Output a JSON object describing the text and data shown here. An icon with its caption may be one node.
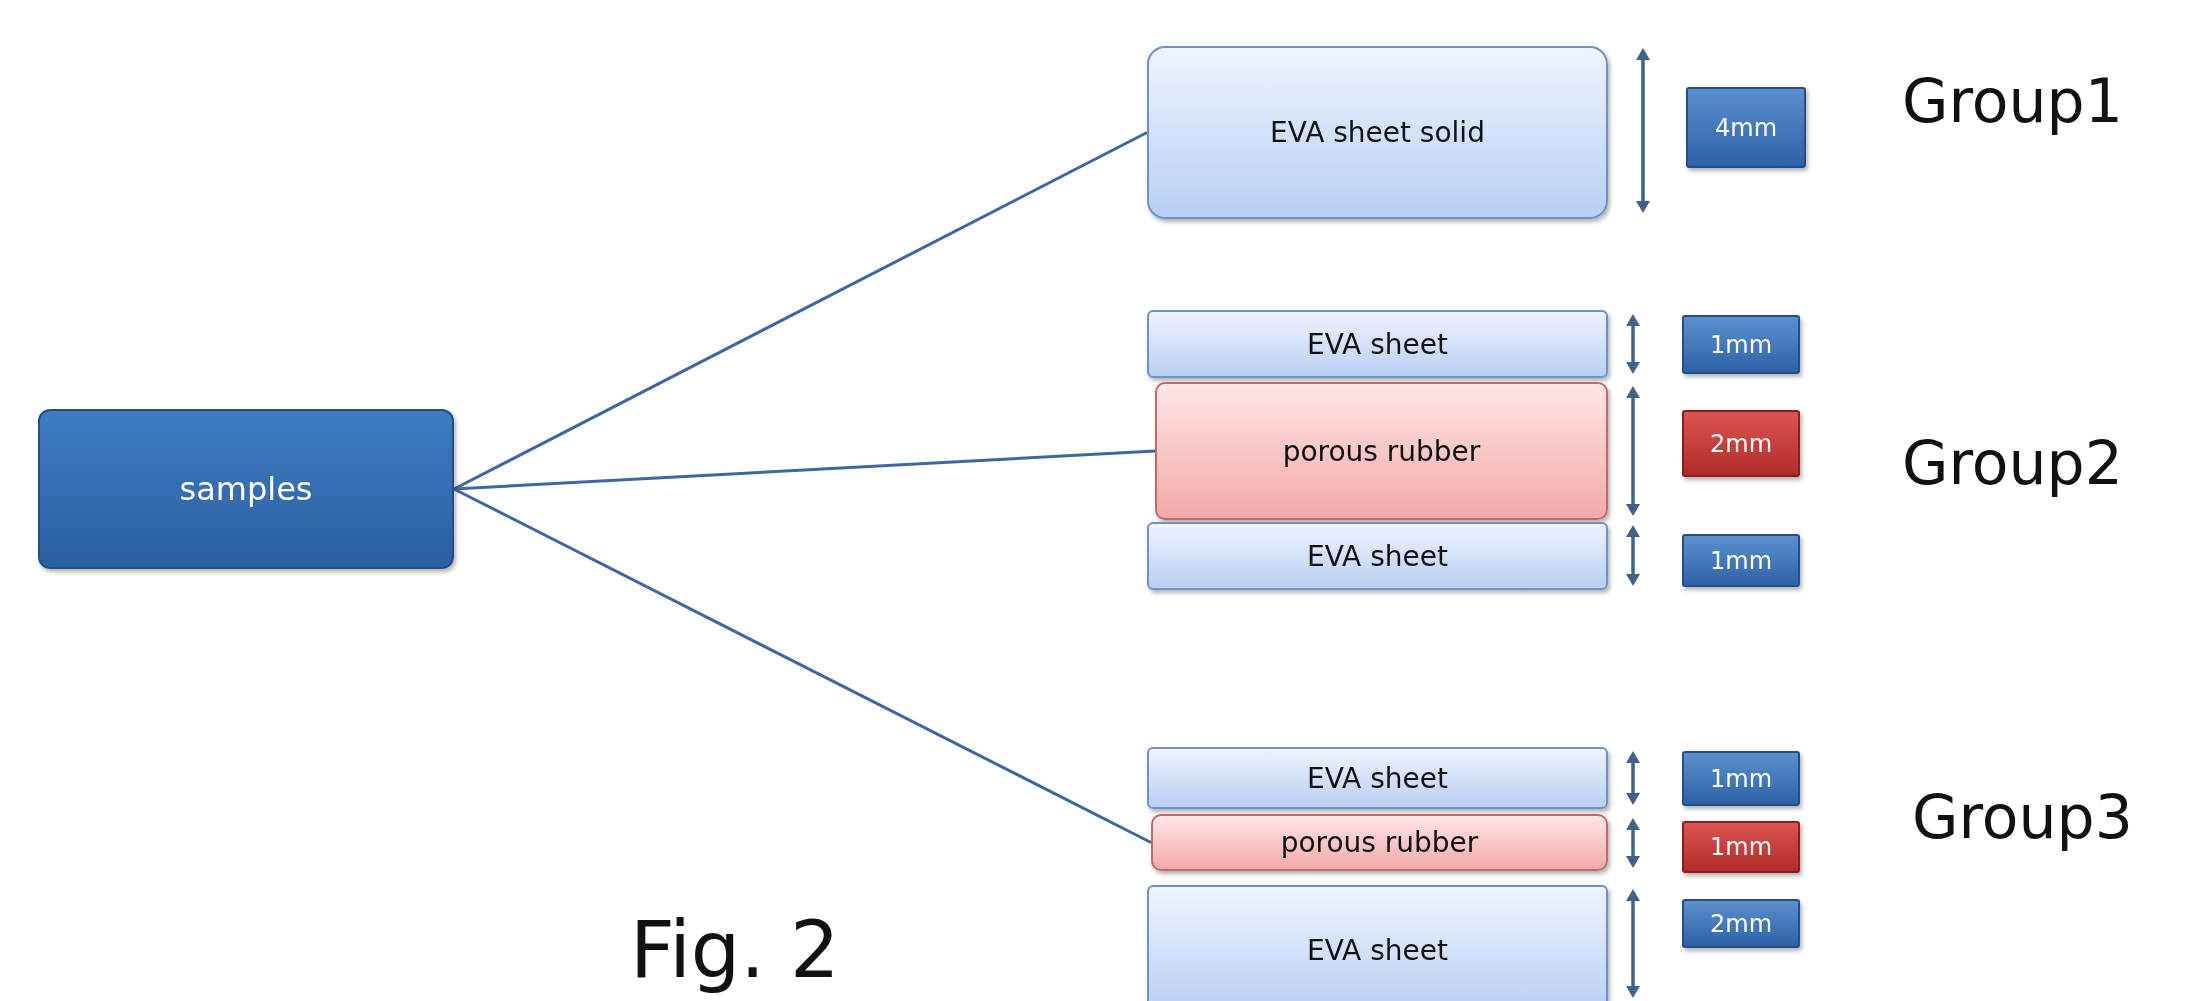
{
  "diagram": {
    "caption": "Fig. 2",
    "nodes": [
      {
        "text": [
          "samples"
        ]
      },
      {
        "text": [
          "EVA sheet solid"
        ]
      },
      {
        "text": [
          "4mm"
        ]
      },
      {
        "text": [
          "EVA sheet"
        ]
      },
      {
        "text": [
          "1mm"
        ]
      },
      {
        "text": [
          "porous rubber"
        ]
      },
      {
        "text": [
          "2mm"
        ]
      },
      {
        "text": [
          "EVA sheet"
        ]
      },
      {
        "text": [
          "1mm"
        ]
      },
      {
        "text": [
          "EVA sheet"
        ]
      },
      {
        "text": [
          "1mm"
        ]
      },
      {
        "text": [
          "porous rubber"
        ]
      },
      {
        "text": [
          "1mm"
        ]
      },
      {
        "text": [
          "EVA sheet"
        ]
      },
      {
        "text": [
          "2mm"
        ]
      }
    ],
    "edges": [
      {
        "from": 0,
        "to": 1,
        "arrow": "none"
      },
      {
        "from": 0,
        "to": 5,
        "arrow": "none"
      },
      {
        "from": 0,
        "to": 11,
        "arrow": "none"
      }
    ],
    "labels": [
      "Group1",
      "Group2",
      "Group3"
    ]
  }
}
